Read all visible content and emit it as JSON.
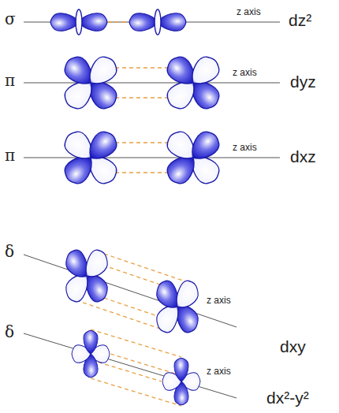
{
  "diagram": {
    "labels": [
      "σ",
      "z axis",
      "dz²",
      "π",
      "z axis",
      "dyz",
      "π",
      "z axis",
      "dxz",
      "δ",
      "z axis",
      "dxy",
      "δ",
      "z axis",
      "dx²-y²"
    ]
  }
}
